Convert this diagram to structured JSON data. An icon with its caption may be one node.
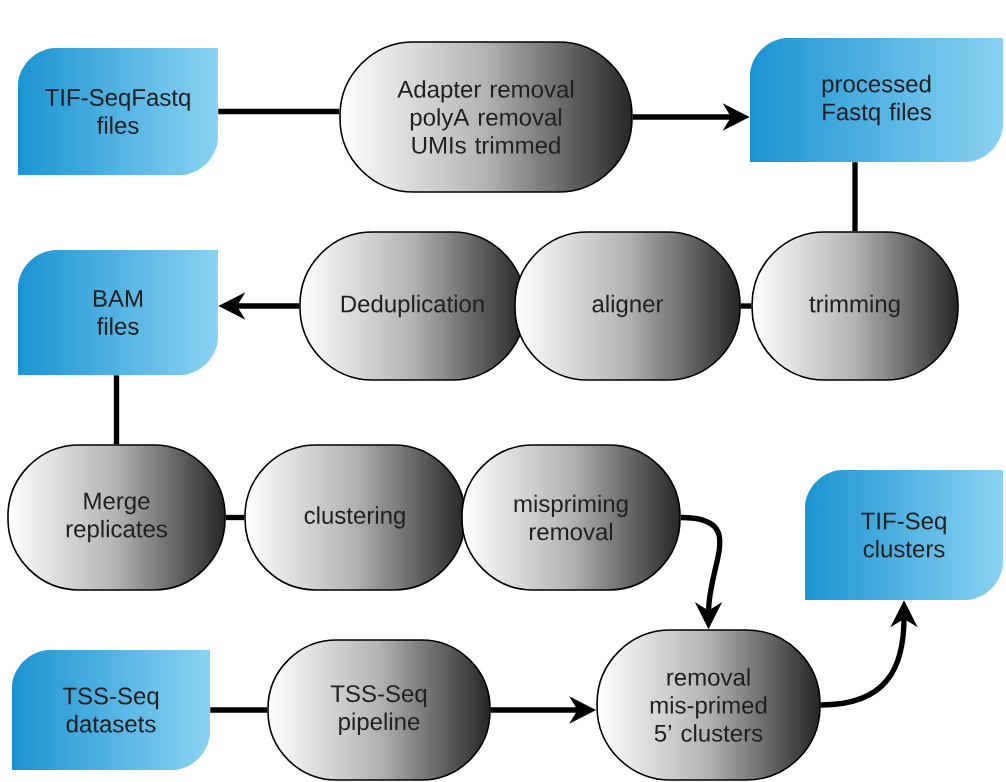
{
  "diagram": {
    "nodes": [
      {
        "text": [
          "TIF-SeqFastq files"
        ]
      },
      {
        "text": [
          "Adapter removal polyA removal UMIs trimmed"
        ]
      },
      {
        "text": [
          "processed Fastq files"
        ]
      },
      {
        "text": [
          "trimming"
        ]
      },
      {
        "text": [
          "aligner"
        ]
      },
      {
        "text": [
          "Deduplication"
        ]
      },
      {
        "text": [
          "BAM files"
        ]
      },
      {
        "text": [
          "Merge replicates"
        ]
      },
      {
        "text": [
          "clustering"
        ]
      },
      {
        "text": [
          "mispriming removal"
        ]
      },
      {
        "text": [
          "TIF-Seq clusters"
        ]
      },
      {
        "text": [
          "TSS-Seq datasets"
        ]
      },
      {
        "text": [
          "TSS-Seq pipeline"
        ]
      },
      {
        "text": [
          "removal mis-primed 5’ clusters"
        ]
      }
    ],
    "edges": [
      {
        "from": 0,
        "to": 1,
        "arrow": "none"
      },
      {
        "from": 1,
        "to": 2,
        "arrow": "to"
      },
      {
        "from": 2,
        "to": 3,
        "arrow": "none"
      },
      {
        "from": 3,
        "to": 4,
        "arrow": "none"
      },
      {
        "from": 5,
        "to": 6,
        "arrow": "to"
      },
      {
        "from": 6,
        "to": 7,
        "arrow": "none"
      },
      {
        "from": 7,
        "to": 8,
        "arrow": "none"
      },
      {
        "from": 9,
        "to": 13,
        "arrow": "to"
      },
      {
        "from": 11,
        "to": 12,
        "arrow": "none"
      },
      {
        "from": 12,
        "to": 13,
        "arrow": "to"
      },
      {
        "from": 13,
        "to": 10,
        "arrow": "to"
      }
    ]
  }
}
